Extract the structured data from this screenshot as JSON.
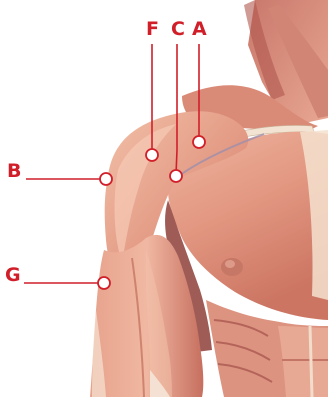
{
  "labels": {
    "F": "F",
    "C": "C",
    "A": "A",
    "B": "B",
    "G": "G"
  },
  "colors": {
    "label": "#d11f2a",
    "leader": "#d11f2a",
    "muscle_light": "#f0b39c",
    "muscle_mid": "#dd8672",
    "muscle_dark": "#b4584c",
    "tendon": "#f3e3d2",
    "background": "#ffffff"
  }
}
